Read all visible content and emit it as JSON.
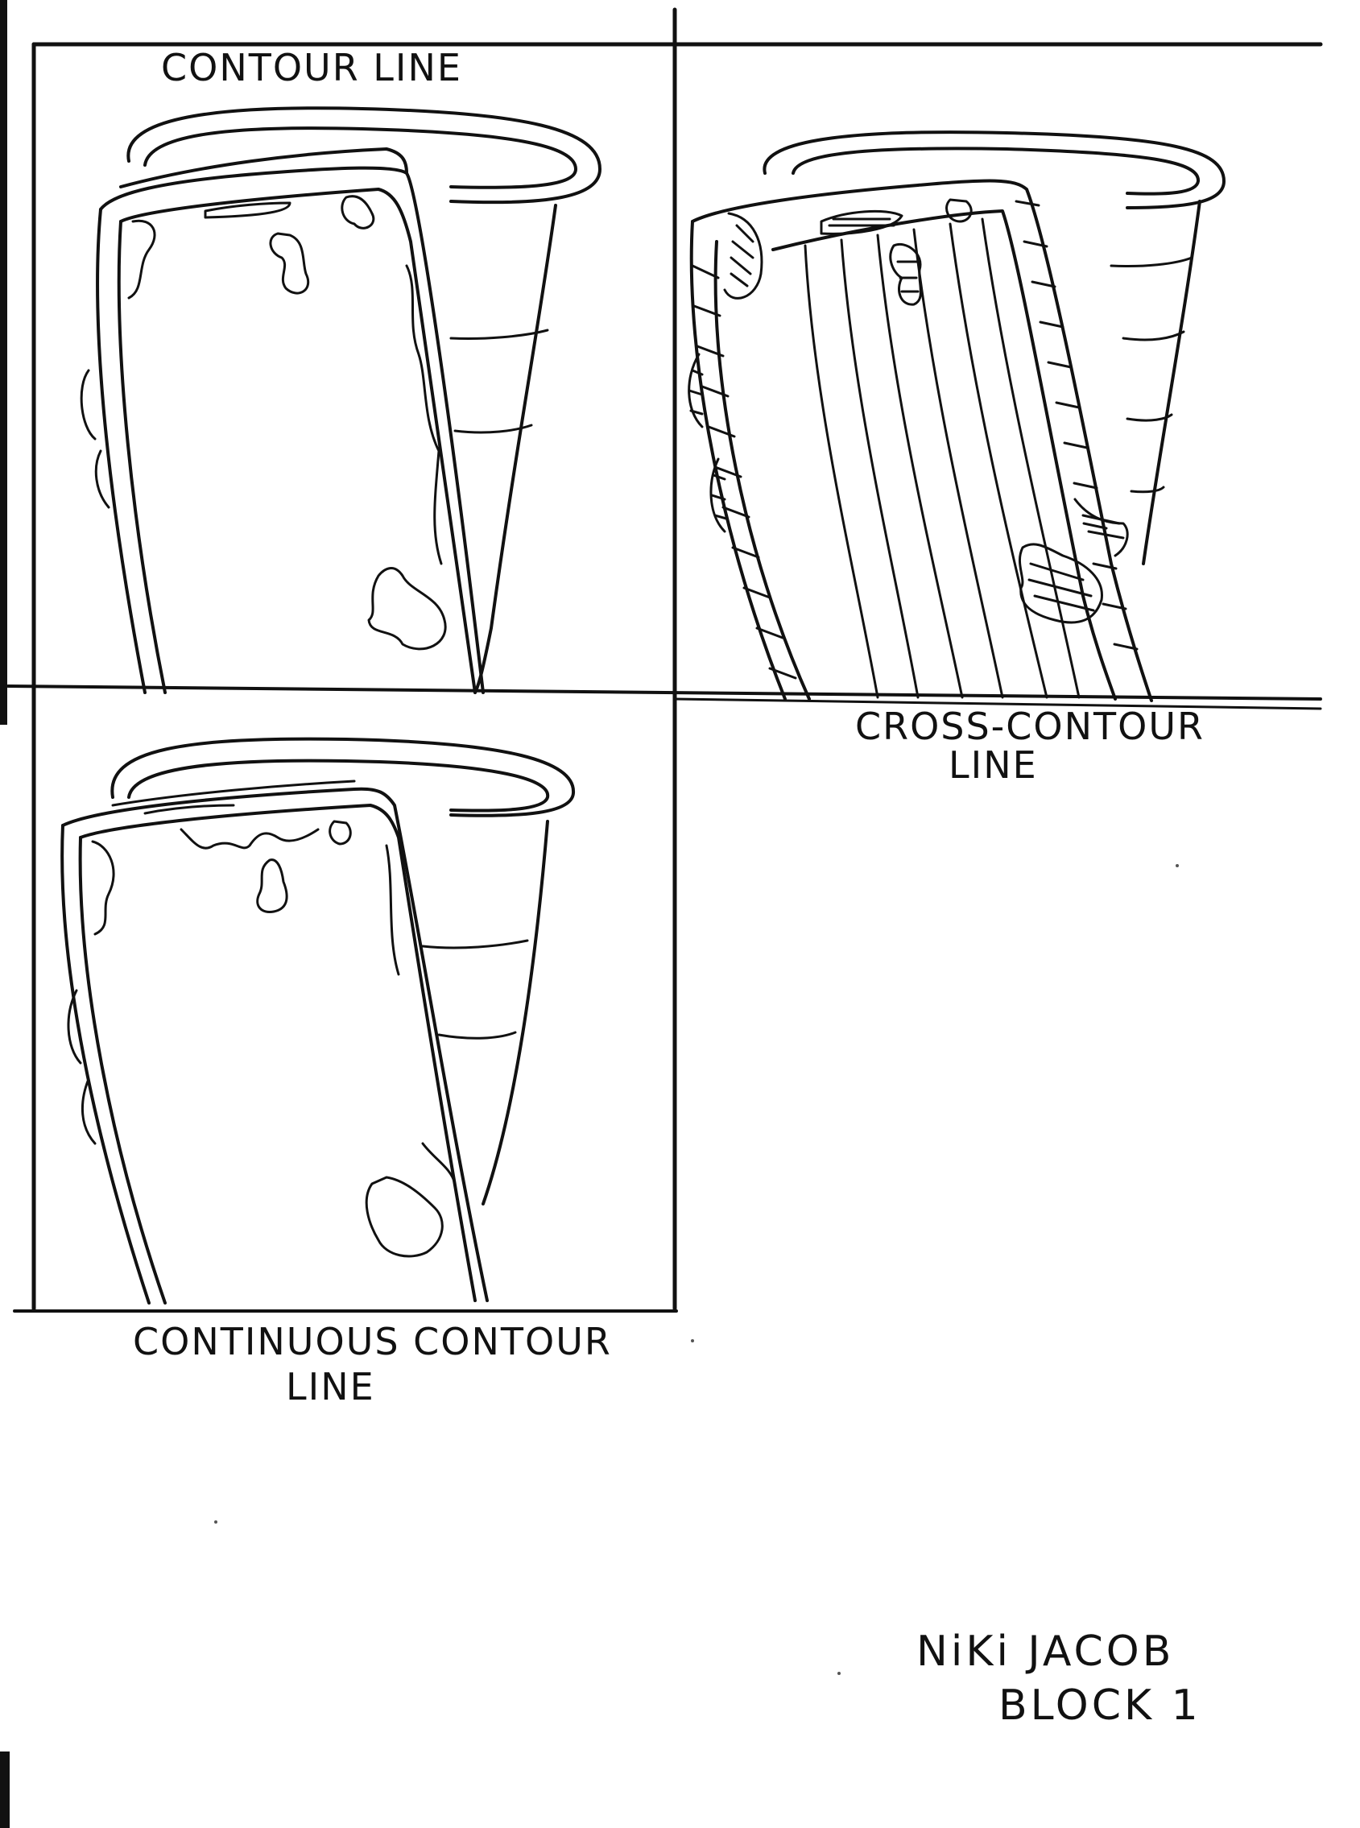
{
  "labels": {
    "contour": "CONTOUR LINE",
    "cross_contour_line1": "CROSS-CONTOUR",
    "cross_contour_line2": "LINE",
    "continuous_line1": "CONTINUOUS CONTOUR",
    "continuous_line2": "LINE"
  },
  "signature": {
    "name": "NiKi JACOB",
    "block": "BLOCK 1"
  },
  "colors": {
    "ink": "#111111",
    "paper": "#ffffff"
  }
}
